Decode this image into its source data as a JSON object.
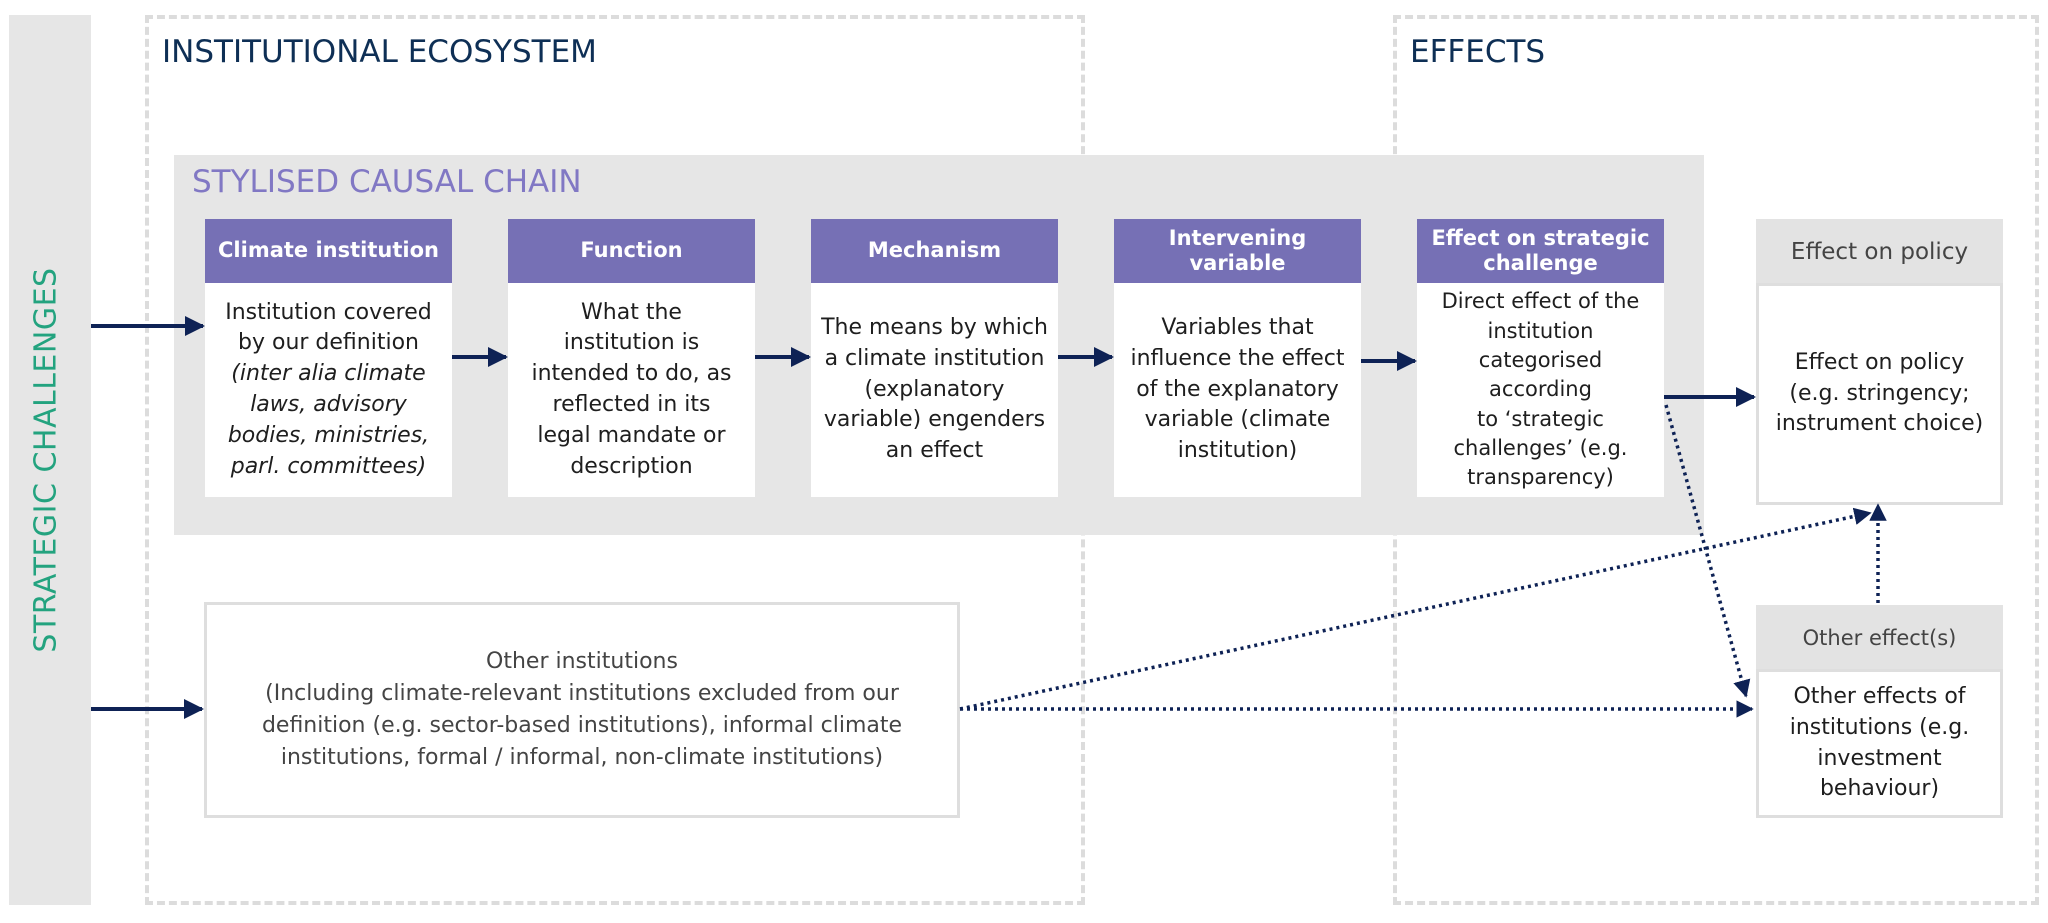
{
  "strip_label": "STRATEGIC CHALLENGES",
  "regions": {
    "ecosystem_title": "INSTITUTIONAL ECOSYSTEM",
    "effects_title": "EFFECTS"
  },
  "chain": {
    "title": "STYLISED CAUSAL CHAIN",
    "boxes": [
      {
        "header": "Climate institution",
        "lines": [
          "Institution covered",
          "by our definition"
        ],
        "italic_lines": [
          "(inter alia climate",
          "laws, advisory",
          "bodies, ministries,",
          "parl. committees)"
        ]
      },
      {
        "header": "Function",
        "lines": [
          "What the",
          "institution is",
          "intended to do, as",
          "reflected in its",
          "legal mandate or",
          "description"
        ]
      },
      {
        "header": "Mechanism",
        "lines": [
          "The means by which",
          "a climate institution",
          "(explanatory",
          "variable) engenders",
          "an effect"
        ]
      },
      {
        "header": "Intervening variable",
        "lines": [
          "Variables that",
          "influence the effect",
          "of the explanatory",
          "variable (climate",
          "institution)"
        ]
      },
      {
        "header": "Effect on strategic challenge",
        "lines": [
          "Direct effect of the",
          "institution",
          "categorised according",
          "to ‘strategic",
          "challenges’ (e.g.",
          "transparency)"
        ]
      }
    ]
  },
  "effect_policy": {
    "header": "Effect on policy",
    "lines": [
      "Effect on policy",
      "(e.g. stringency;",
      "instrument choice)"
    ]
  },
  "other_effects": {
    "header": "Other effect(s)",
    "lines": [
      "Other effects of",
      "institutions (e.g.",
      "investment",
      "behaviour)"
    ]
  },
  "other_institutions": {
    "title": "Other institutions",
    "lines": [
      "(Including climate-relevant institutions excluded from our",
      "definition (e.g. sector-based institutions), informal climate",
      "institutions, formal / informal, non-climate institutions)"
    ]
  },
  "colors": {
    "header_purple": "#7670b5",
    "chain_title": "#8178c4",
    "strip_text": "#23a37f",
    "arrow_navy": "#0e2255",
    "title_navy": "#0e2f55",
    "panel_grey": "#e6e6e6"
  }
}
